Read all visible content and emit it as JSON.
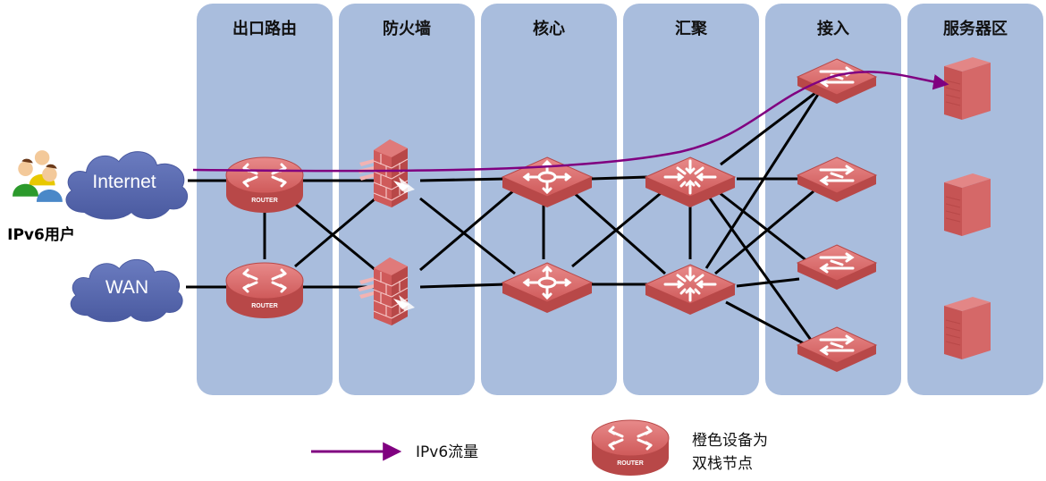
{
  "zones": [
    {
      "id": "egress",
      "title": "出口路由"
    },
    {
      "id": "firewall",
      "title": "防火墙"
    },
    {
      "id": "core",
      "title": "核心"
    },
    {
      "id": "aggregation",
      "title": "汇聚"
    },
    {
      "id": "access",
      "title": "接入"
    },
    {
      "id": "server",
      "title": "服务器区"
    }
  ],
  "clouds": [
    {
      "id": "internet",
      "label": "Internet"
    },
    {
      "id": "wan",
      "label": "WAN"
    }
  ],
  "users_label": "IPv6用户",
  "router_label": "ROUTER",
  "legend": {
    "flow_label": "IPv6流量",
    "device_label_line1": "橙色设备为",
    "device_label_line2": "双栈节点"
  },
  "colors": {
    "zone_fill": "#a9bddd",
    "cloud_fill": "#5a6bb2",
    "device_red": "#d96666",
    "flow_line": "#800080",
    "link_line": "#000000"
  },
  "icons": [
    "users-icon",
    "cloud-icon",
    "router-icon",
    "firewall-icon",
    "core-switch-icon",
    "aggregation-switch-icon",
    "access-switch-icon",
    "server-icon"
  ]
}
